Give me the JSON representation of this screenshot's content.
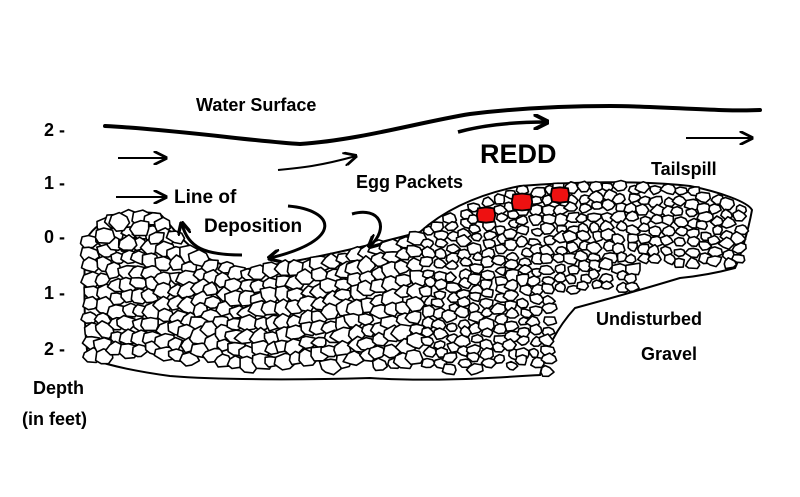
{
  "labels": {
    "water_surface": "Water Surface",
    "redd": "REDD",
    "tailspill": "Tailspill",
    "egg_packets": "Egg Packets",
    "line_of_deposition_1": "Line of",
    "line_of_deposition_2": "Deposition",
    "undisturbed_1": "Undisturbed",
    "undisturbed_2": "Gravel",
    "depth_1": "Depth",
    "depth_2": "(in feet)"
  },
  "depth_ticks": [
    "2 -",
    "1 -",
    "0 -",
    "1 -",
    "2 -"
  ],
  "colors": {
    "egg": "#ee1111",
    "ink": "#000000",
    "background": "#ffffff"
  }
}
